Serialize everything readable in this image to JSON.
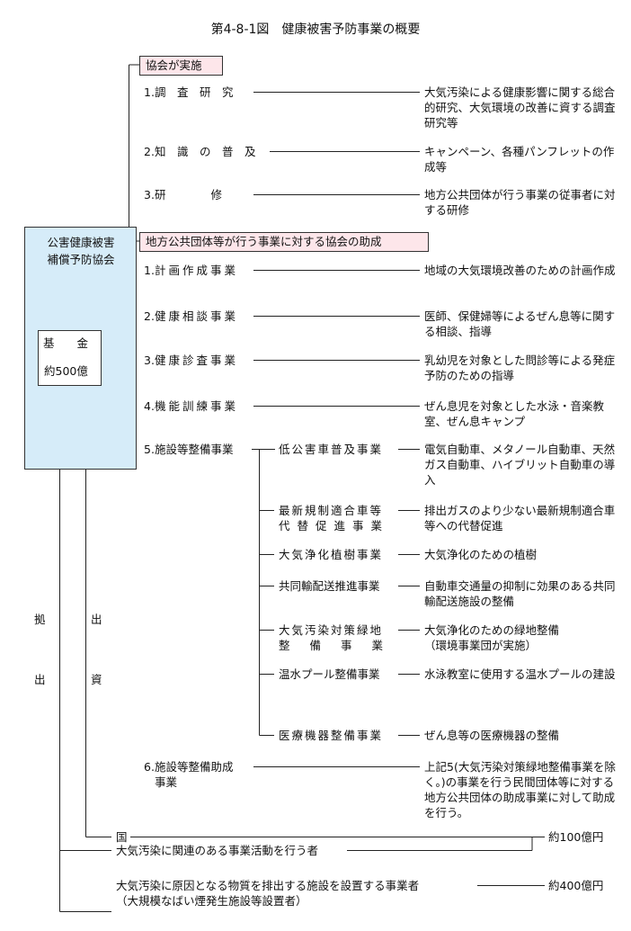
{
  "title": "第4-8-1図　健康被害予防事業の概要",
  "organization": {
    "name_line1": "公害健康被害",
    "name_line2": "補償予防協会"
  },
  "fund": {
    "label": "基　　金",
    "amount": "約500億"
  },
  "section1": {
    "header": "協会が実施",
    "items": [
      {
        "num": "1.",
        "label": "調　査　研　究",
        "desc": "大気汚染による健康影響に関する総合的研究、大気環境の改善に資する調査研究等"
      },
      {
        "num": "2.",
        "label": "知　識　の　普　及",
        "desc": "キャンペーン、各種パンフレットの作成等"
      },
      {
        "num": "3.",
        "label": "研　　　　修",
        "desc": "地方公共団体が行う事業の従事者に対する研修"
      }
    ]
  },
  "section2": {
    "header": "地方公共団体等が行う事業に対する協会の助成",
    "items": [
      {
        "num": "1.",
        "label": "計画作成事業",
        "desc": "地域の大気環境改善のための計画作成"
      },
      {
        "num": "2.",
        "label": "健康相談事業",
        "desc": "医師、保健婦等によるぜん息等に関する相談、指導"
      },
      {
        "num": "3.",
        "label": "健康診査事業",
        "desc": "乳幼児を対象とした問診等による発症予防のための指導"
      },
      {
        "num": "4.",
        "label": "機能訓練事業",
        "desc": "ぜん息児を対象とした水泳・音楽教室、ぜん息キャンプ"
      },
      {
        "num": "5.",
        "label": "施設等整備事業",
        "desc": ""
      },
      {
        "num": "6.",
        "label": "施設等整備助成",
        "label2": "事業",
        "desc": "上記5(大気汚染対策緑地整備事業を除く。)の事業を行う民間団体等に対する地方公共団体の助成事業に対して助成を行う。"
      }
    ],
    "sub_items": [
      {
        "label": "低公害車普及事業",
        "desc": "電気自動車、メタノール自動車、天然ガス自動車、ハイブリット自動車の導入"
      },
      {
        "label": "最新規制適合車等",
        "label2": "代替促進事業",
        "desc": "排出ガスのより少ない最新規制適合車等への代替促進"
      },
      {
        "label": "大気浄化植樹事業",
        "desc": "大気浄化のための植樹"
      },
      {
        "label": "共同輸配送推進事業",
        "desc": "自動車交通量の抑制に効果のある共同輸配送施設の整備"
      },
      {
        "label": "大気汚染対策緑地",
        "label2": "整備事業",
        "desc": "大気浄化のための緑地整備",
        "desc2": "（環境事業団が実施）"
      },
      {
        "label": "温水プール整備事業",
        "desc": "水泳教室に使用する温水プールの建設"
      },
      {
        "label": "医療機器整備事業",
        "desc": "ぜん息等の医療機器の整備"
      }
    ]
  },
  "funding": {
    "contribution_label": [
      "拠",
      "出"
    ],
    "investment_label": [
      "出",
      "資"
    ],
    "sources": [
      {
        "label": "国",
        "amount": ""
      },
      {
        "label": "大気汚染に関連のある事業活動を行う者",
        "amount": "約100億円"
      },
      {
        "label": "大気汚染に原因となる物質を排出する施設を設置する事業者",
        "label2": "（大規模なばい煙発生施設等設置者）",
        "amount": "約400億円"
      }
    ]
  }
}
